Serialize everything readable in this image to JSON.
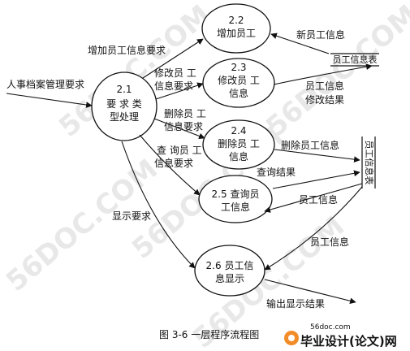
{
  "diagram": {
    "processes": [
      {
        "id": "2.1",
        "id_label": "2.1",
        "lines": [
          "要 求 类",
          "型处理"
        ]
      },
      {
        "id": "2.2",
        "id_label": "2.2",
        "lines": [
          "增加员工"
        ]
      },
      {
        "id": "2.3",
        "id_label": "2.3",
        "lines": [
          "修改员 工",
          "信息"
        ]
      },
      {
        "id": "2.4",
        "id_label": "2.4",
        "lines": [
          "删除员 工",
          "信息"
        ]
      },
      {
        "id": "2.5",
        "id_label": "",
        "lines": [
          "2.5 查询员",
          "工信息"
        ]
      },
      {
        "id": "2.6",
        "id_label": "",
        "lines": [
          "2.6 员工信",
          "息显示"
        ]
      }
    ],
    "data_stores": {
      "top": "员工信息表",
      "right": "员工信息表"
    },
    "flows": {
      "input": "人事档案管理要求",
      "add_req": "增加员工信息要求",
      "mod_req": [
        "修改员 工",
        "信息要求"
      ],
      "del_req": [
        "删除员 工",
        "信息要求"
      ],
      "query_req": [
        "查 询员 工",
        "信息要求"
      ],
      "display_req": "显示要求",
      "new_info": "新员工信息",
      "emp_info_1": "员工信息",
      "mod_result": "修改结果",
      "del_info": "删除员工信息",
      "query_result": "查询结果",
      "emp_info_2": "员工信息",
      "emp_info_3": "员工信息",
      "output": "输出显示结果"
    },
    "caption": "图 3-6 一层程序流程图"
  },
  "watermarks": [
    "56DOC.COM",
    "56DOC.COM",
    "56DOC.COM",
    "56DOC.COM",
    "56DOC.COM"
  ],
  "footer_logo": {
    "site": "56doc.com",
    "name": "毕业设计(论文)网"
  }
}
